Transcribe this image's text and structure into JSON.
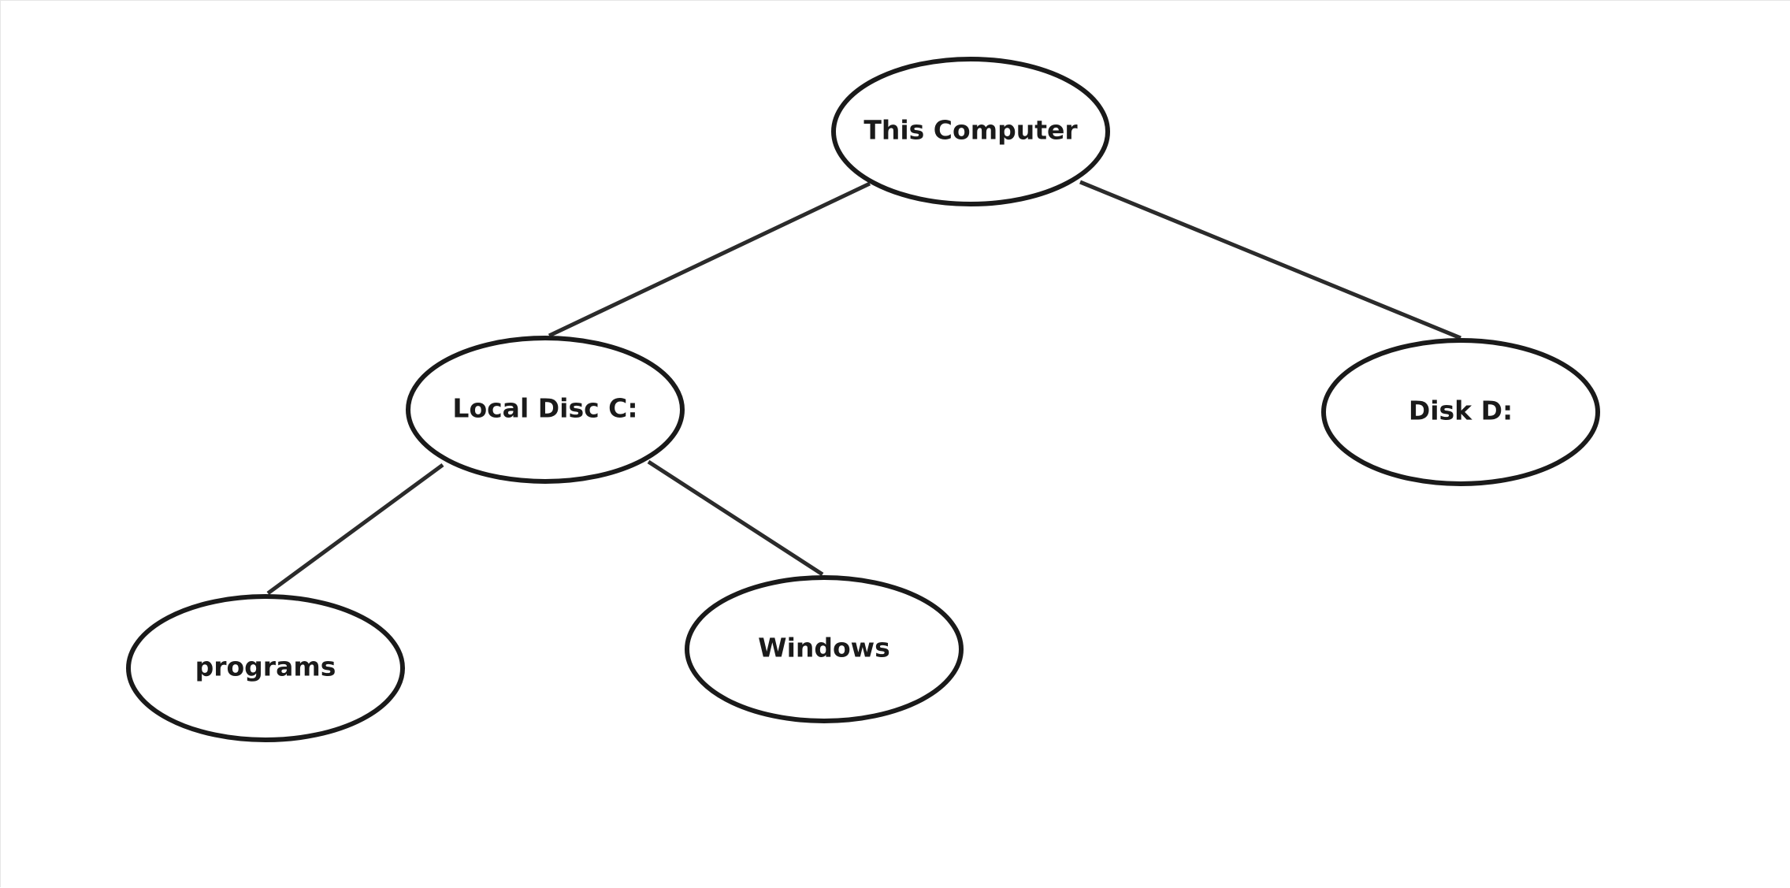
{
  "diagram": {
    "nodes": [
      {
        "id": "this-computer",
        "label": "This Computer"
      },
      {
        "id": "local-disc-c",
        "label": "Local Disc C:"
      },
      {
        "id": "disk-d",
        "label": "Disk D:"
      },
      {
        "id": "programs",
        "label": "programs"
      },
      {
        "id": "windows",
        "label": "Windows"
      }
    ],
    "edges": [
      {
        "from": "this-computer",
        "to": "local-disc-c"
      },
      {
        "from": "this-computer",
        "to": "disk-d"
      },
      {
        "from": "local-disc-c",
        "to": "programs"
      },
      {
        "from": "local-disc-c",
        "to": "windows"
      }
    ],
    "colors": {
      "stroke": "#1a1a1a",
      "edge": "#2b2b2b",
      "background": "#ffffff"
    }
  }
}
